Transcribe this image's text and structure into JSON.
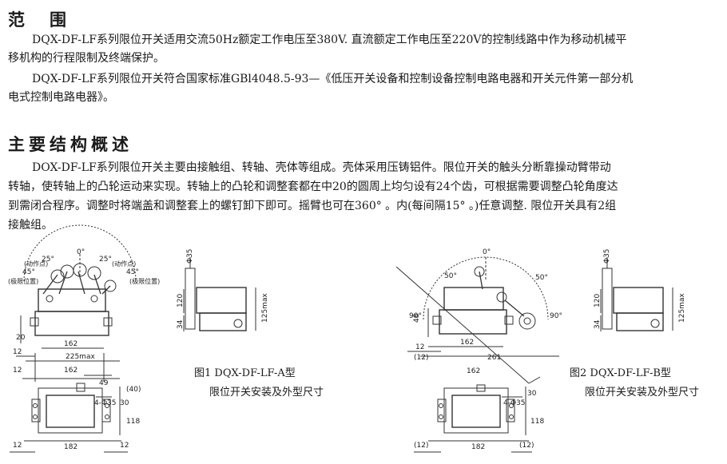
{
  "section1": {
    "title": "范　围",
    "line1": "DQX-DF-LF系列限位开关适用交流50Hz额定工作电压至380V.  直流额定工作电压至220V的控制线路中作为移动机械平",
    "line2": "移机构的行程限制及终端保护。",
    "line3": "DQX-DF-LF系列限位开关符合国家标准GBl4048.5-93—《低压开关设备和控制设备控制电路电器和开关元件第一部分机",
    "line4": "电式控制电路电器》。"
  },
  "section2": {
    "title": "主要结构概述",
    "line1": "DOX-DF-LF系列限位开关主要由接触组、转轴、壳体等组成。壳体采用压铸铝件。限位开关的触头分断靠操动臂带动",
    "line2": "转轴，使转轴上的凸轮运动来实现。转轴上的凸轮和调整套都在中20的圆周上均匀设有24个齿，可根据需要调整凸轮角度达",
    "line3": "到需闭合程序。调整时将端盖和调整套上的螺钉卸下即可。摇臂也可在360°  。内(每间隔15°  。)任意调整. 限位开关具有2组",
    "line4": "接触组。"
  },
  "figure1": {
    "caption1": "图1 DQX-DF-LF-A型",
    "caption2": "限位开关安装及外型尺寸",
    "angles": [
      "0°",
      "25°",
      "25°",
      "45°",
      "45°"
    ],
    "notes": [
      "(动作点)",
      "(动作点)",
      "(极限位置)",
      "(极限位置)"
    ],
    "dims": {
      "d20": "20",
      "d12a": "12",
      "d162": "162",
      "d225": "225max",
      "d12b": "12",
      "d162b": "162",
      "d49": "49",
      "d40": "(40)",
      "hole": "4-Φ35",
      "d30": "30",
      "d118": "118",
      "d12c": "12",
      "d182": "182",
      "d12d": "12",
      "phi35": "Φ35",
      "d120": "120",
      "d34": "34",
      "d125": "125max"
    }
  },
  "figure2": {
    "caption1": "图2 DQX-DF-LF-B型",
    "caption2": "限位开关安装及外型尺寸",
    "angles": [
      "0°",
      "50°",
      "50°",
      "90°",
      "90°"
    ],
    "dims": {
      "d48": "48",
      "d12a": "12",
      "d162": "162",
      "d12p": "(12)",
      "d261": "261",
      "d162b": "162",
      "hole": "4-Φ35",
      "d30": "30",
      "d118": "118",
      "d12q": "(12)",
      "d182": "182",
      "d12r": "(12)",
      "phi35": "Φ35",
      "d120": "120",
      "d34": "34",
      "d125": "125max"
    }
  }
}
